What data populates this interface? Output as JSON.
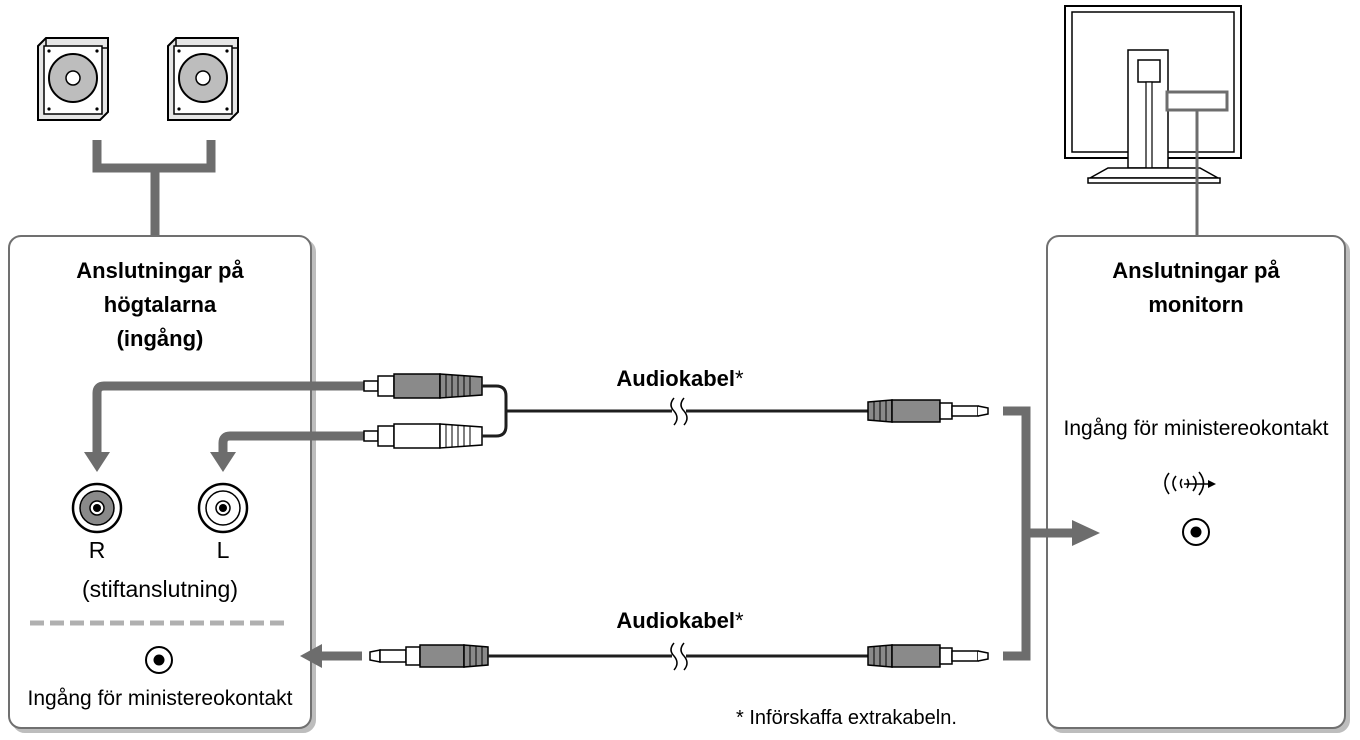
{
  "speaker_box": {
    "title_line1": "Anslutningar på",
    "title_line2": "högtalarna",
    "title_line3": "(ingång)",
    "jack_r": "R",
    "jack_l": "L",
    "pin_note": "(stiftanslutning)",
    "mini_input": "Ingång för ministereokontakt"
  },
  "monitor_box": {
    "title_line1": "Anslutningar på",
    "title_line2": "monitorn",
    "mini_input": "Ingång för ministereokontakt"
  },
  "cables": {
    "top_label": "Audiokabel",
    "bottom_label": "Audiokabel",
    "asterisk": "*"
  },
  "footnote": "* Införskaffa extrakabeln.",
  "icons": {
    "audio_input_icon": "audio-in-icon",
    "speaker_icon": "speaker-icon",
    "monitor_icon": "monitor-icon"
  },
  "colors": {
    "connector_gray": "#6d6d6d",
    "box_border": "#707070",
    "line": "#1e1e1e"
  }
}
